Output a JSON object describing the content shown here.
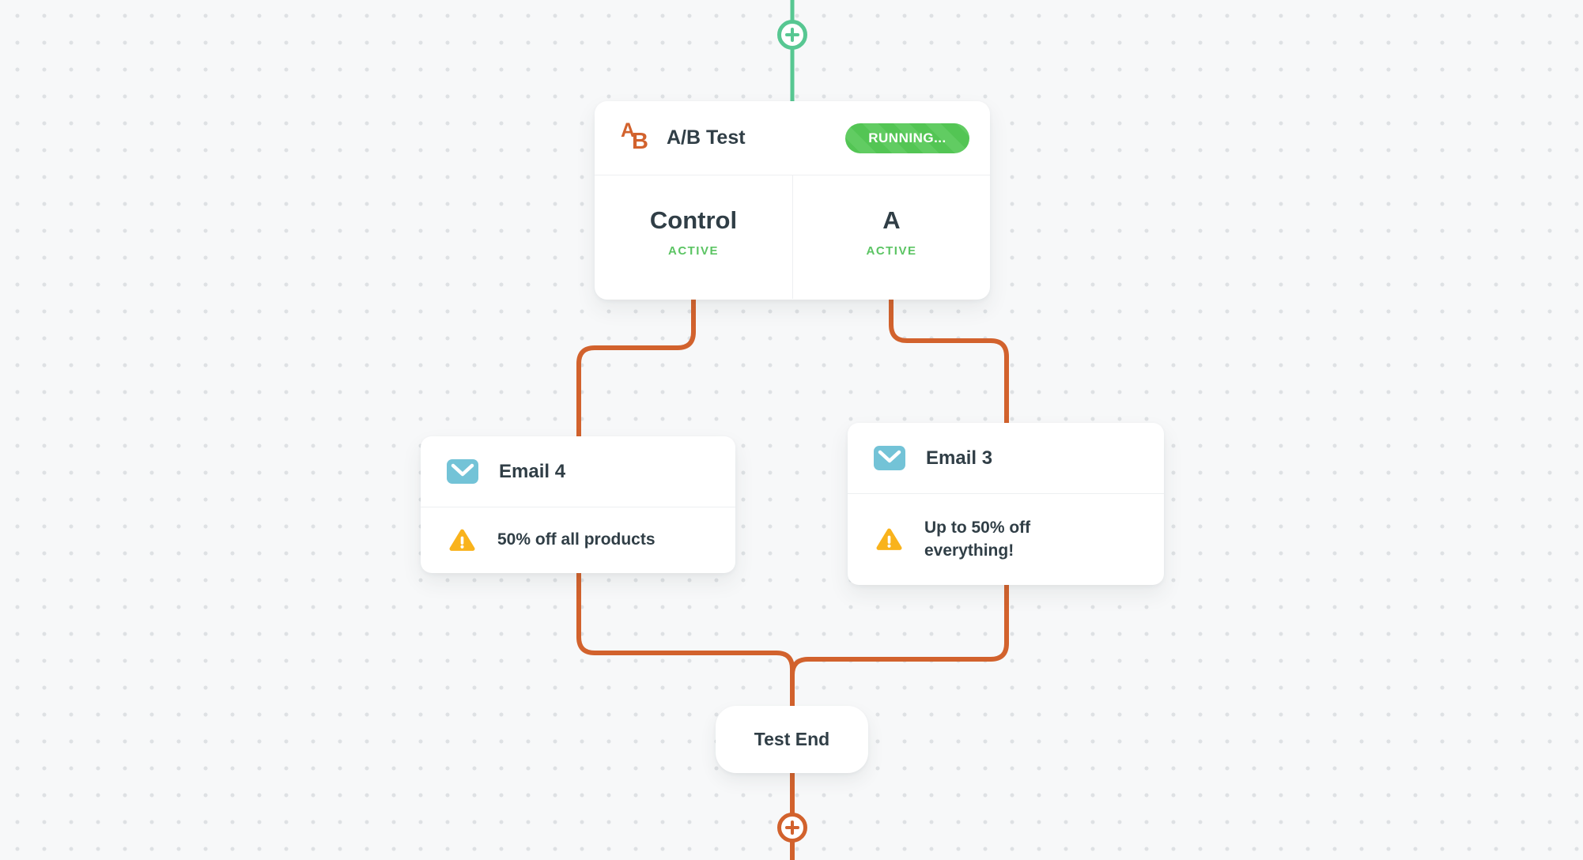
{
  "colors": {
    "canvas_background": "#f7f8f9",
    "dot_grid": "#dee1e4",
    "connector_orange": "#d2622d",
    "connector_green": "#57c792",
    "badge_green": "#53c554",
    "active_green": "#5bc463",
    "warning_yellow": "#f9b31c",
    "email_icon_teal": "#73c3d7",
    "text_dark": "#303e46"
  },
  "ab_test": {
    "icon_letter_a": "A",
    "icon_letter_b": "B",
    "title": "A/B Test",
    "status_badge": "RUNNING...",
    "branches": [
      {
        "name": "Control",
        "status": "ACTIVE"
      },
      {
        "name": "A",
        "status": "ACTIVE"
      }
    ]
  },
  "email_nodes": [
    {
      "title": "Email 4",
      "warning_text": "50% off all products"
    },
    {
      "title": "Email 3",
      "warning_text": "Up to 50% off everything!"
    }
  ],
  "test_end": {
    "label": "Test End"
  }
}
